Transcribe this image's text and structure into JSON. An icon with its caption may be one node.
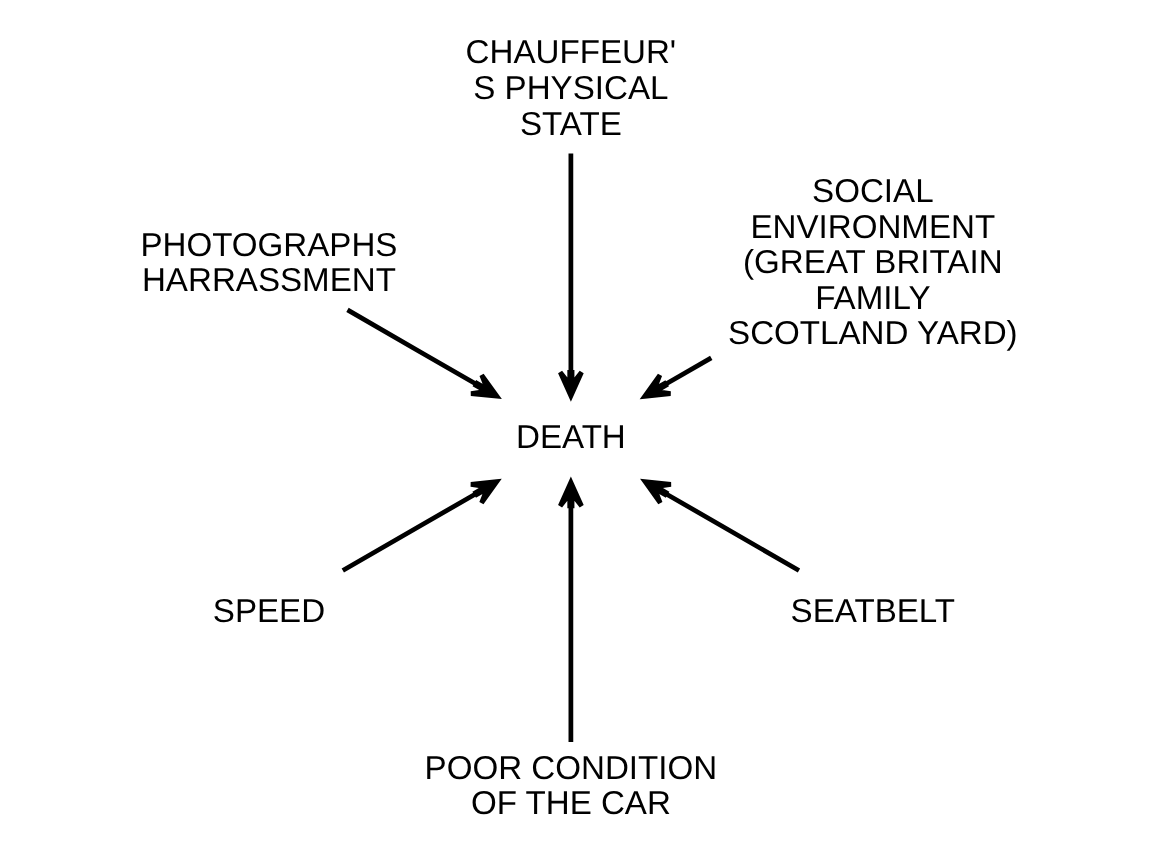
{
  "diagram": {
    "nodes": [
      {
        "text": [
          "SOCIAL ENVIRONMENT (GREAT BRITAIN FAMILY SCOTLAND YARD)"
        ]
      },
      {
        "text": [
          "CHAUFFEUR'S PHYSICAL STATE"
        ]
      },
      {
        "text": [
          "PHOTOGRAPHS HARRASSMENT"
        ]
      },
      {
        "text": [
          "SPEED"
        ]
      },
      {
        "text": [
          "DEATH"
        ]
      },
      {
        "text": [
          "POOR CONDITION OF THE CAR"
        ]
      },
      {
        "text": [
          "SEATBELT"
        ]
      }
    ],
    "edges": [
      {
        "from": 0,
        "to": 4,
        "arrow": "to"
      },
      {
        "from": 1,
        "to": 4,
        "arrow": "to"
      },
      {
        "from": 2,
        "to": 4,
        "arrow": "to"
      },
      {
        "from": 3,
        "to": 4,
        "arrow": "to"
      },
      {
        "from": 5,
        "to": 4,
        "arrow": "to"
      },
      {
        "from": 6,
        "to": 4,
        "arrow": "to"
      }
    ]
  }
}
